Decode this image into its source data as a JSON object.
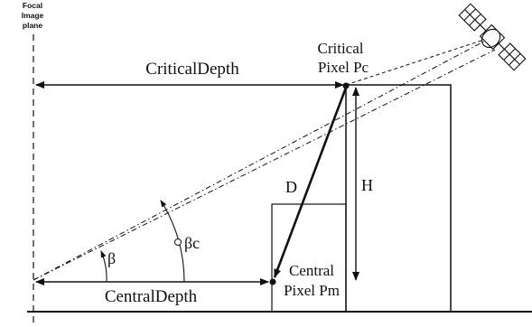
{
  "focal_plane_label": [
    "Focal",
    "Image",
    "plane"
  ],
  "critical_label": [
    "Critical",
    "Pixel Pc"
  ],
  "central_label": [
    "Central",
    "Pixel Pm"
  ],
  "critical_depth_label": "CriticalDepth",
  "central_depth_label": "CentralDepth",
  "d_label": "D",
  "h_label": "H",
  "beta_label": "β",
  "beta_c_label": "βc",
  "colors": {
    "ink": "#111111",
    "background": "#ffffff"
  },
  "icons": [
    "satellite-icon"
  ]
}
